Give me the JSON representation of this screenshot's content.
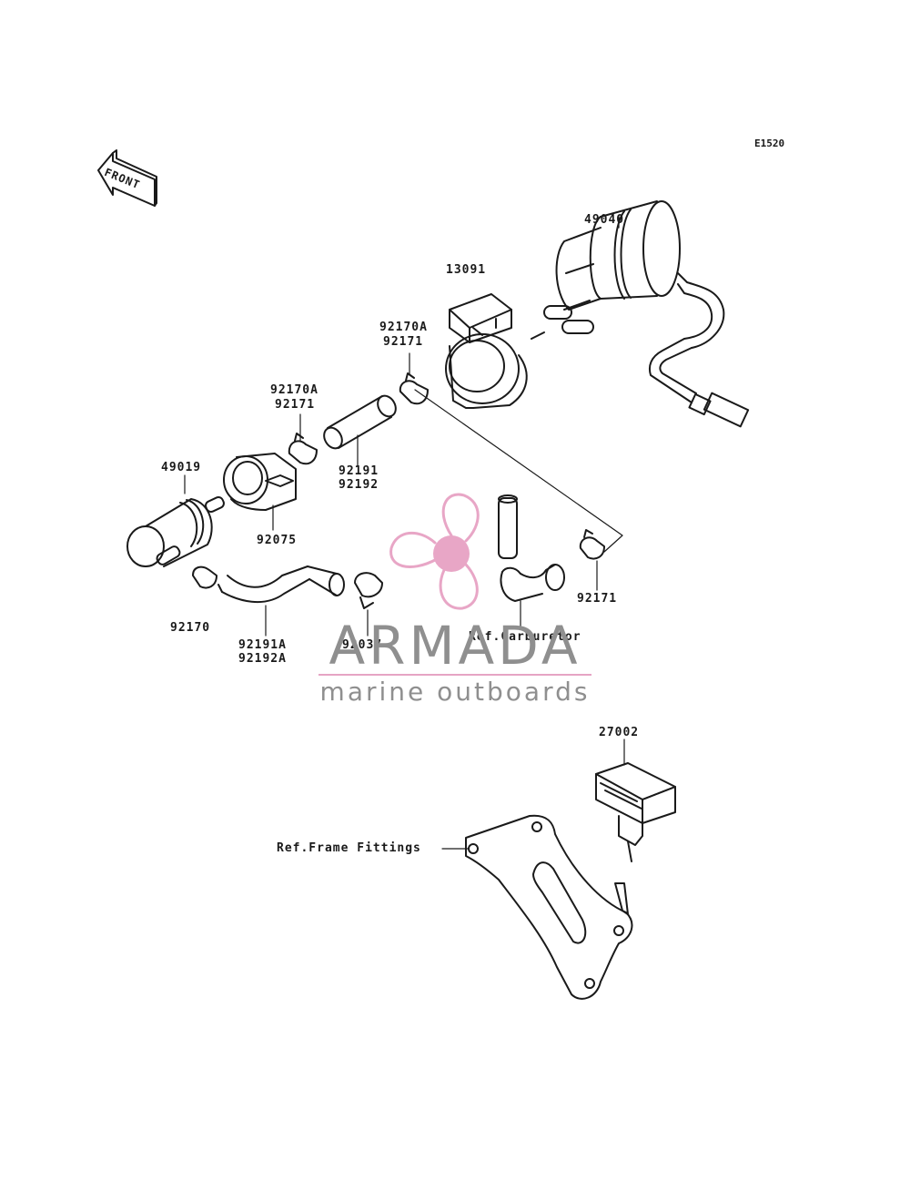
{
  "diagram": {
    "code": "E1520",
    "front_label": "FRONT",
    "parts": {
      "p49040": "49040",
      "p13091": "13091",
      "p92170A_a": "92170A",
      "p92171_a": "92171",
      "p92170A_b": "92170A",
      "p92171_b": "92171",
      "p49019": "49019",
      "p92191": "92191",
      "p92192": "92192",
      "p92075": "92075",
      "p92171_c": "92171",
      "p92170": "92170",
      "p92191A": "92191A",
      "p92192A": "92192A",
      "p92037": "92037",
      "p27002": "27002"
    },
    "refs": {
      "carburetor": "Ref.Carburetor",
      "frame_fittings": "Ref.Frame Fittings"
    }
  },
  "watermark": {
    "title": "ARMADA",
    "subtitle": "marine outboards",
    "colors": {
      "logo": "#e8a6c6",
      "text": "#8f8f8f"
    }
  }
}
